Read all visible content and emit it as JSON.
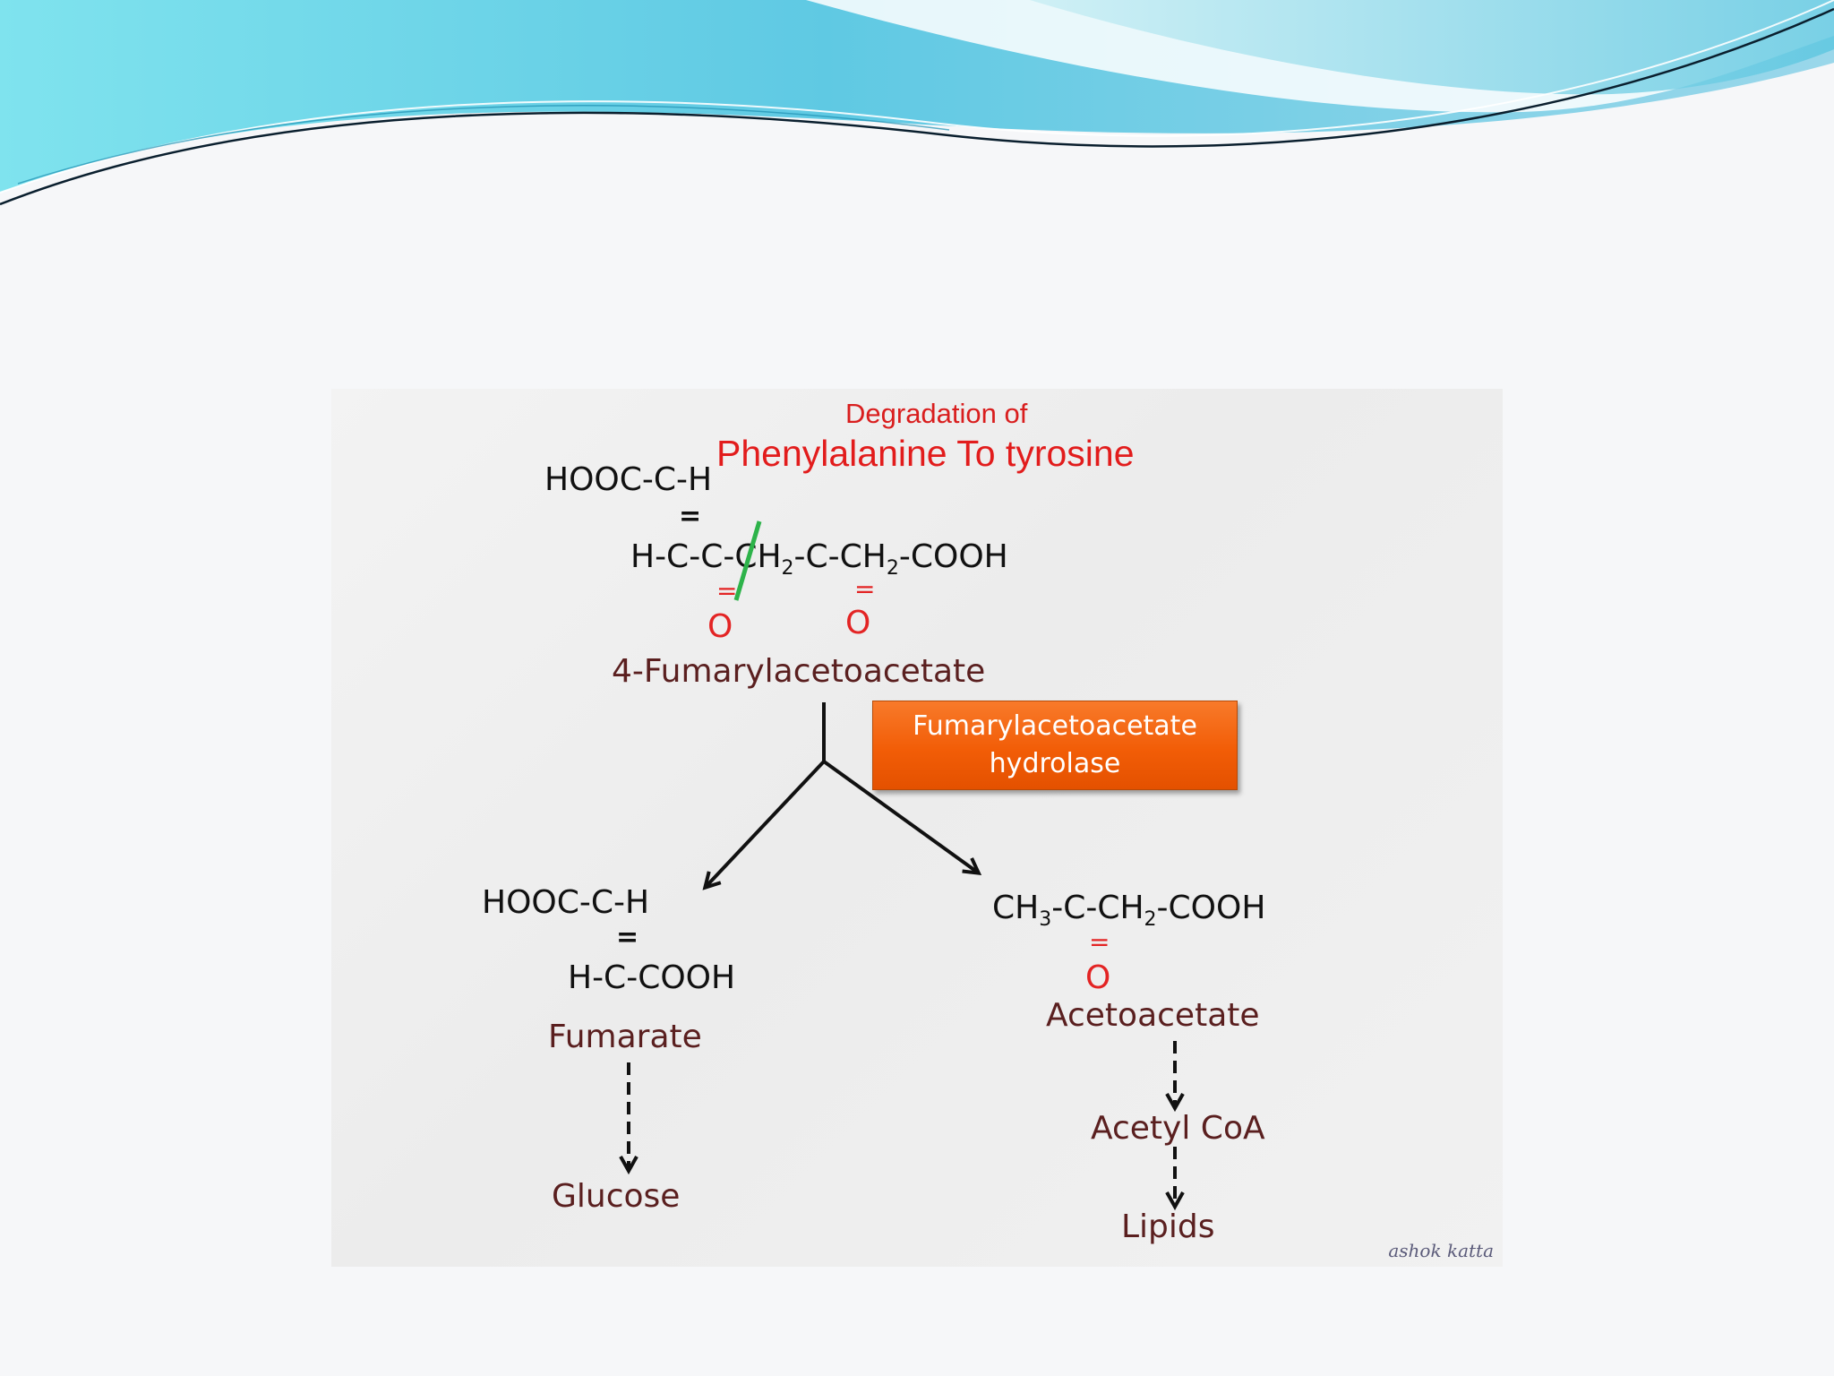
{
  "title": {
    "line1": "Degradation of",
    "line2": "Phenylalanine To tyrosine"
  },
  "substrate": {
    "top": "HOOC-C-H",
    "main_prefix": "H-C-C-",
    "main_ch": "CH",
    "main_sub1": "2",
    "main_mid": "-C-CH",
    "main_sub2": "2",
    "main_suffix": "-COOH",
    "keto_o": "O",
    "name": "4-Fumarylacetoacetate"
  },
  "enzyme": {
    "line1": "Fumarylacetoacetate",
    "line2": "hydrolase"
  },
  "fumarate": {
    "top": "HOOC-C-H",
    "bottom": "H-C-COOH",
    "name": "Fumarate",
    "product": "Glucose"
  },
  "acetoacetate": {
    "f1": "CH",
    "s1": "3",
    "f2": "-C-CH",
    "s2": "2",
    "f3": "-COOH",
    "keto_o": "O",
    "name": "Acetoacetate",
    "product1": "Acetyl CoA",
    "product2": "Lipids"
  },
  "watermark": "ashok katta",
  "colors": {
    "title": "#e21c1c",
    "enzyme_box": "#f25d07",
    "name_text": "#5a1f1f",
    "cleavage_mark": "#2db34a"
  }
}
